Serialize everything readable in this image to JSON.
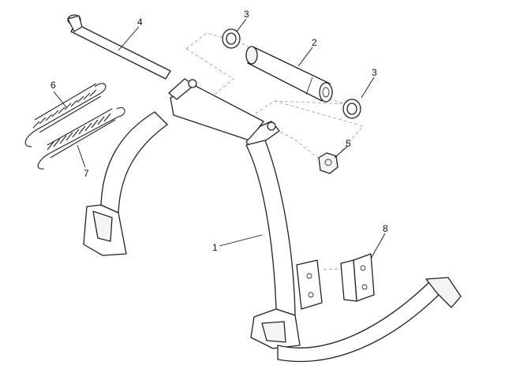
{
  "diagram": {
    "callouts": [
      {
        "id": "c1",
        "label": "1",
        "part": "center-stand-frame"
      },
      {
        "id": "c2",
        "label": "2",
        "part": "pivot-bushing"
      },
      {
        "id": "c3a",
        "label": "3",
        "part": "washer-upper"
      },
      {
        "id": "c3b",
        "label": "3",
        "part": "washer-right"
      },
      {
        "id": "c4",
        "label": "4",
        "part": "pivot-pin"
      },
      {
        "id": "c5",
        "label": "5",
        "part": "nut"
      },
      {
        "id": "c6",
        "label": "6",
        "part": "spring-upper"
      },
      {
        "id": "c7",
        "label": "7",
        "part": "spring-lower"
      },
      {
        "id": "c8",
        "label": "8",
        "part": "stop-bracket"
      }
    ]
  }
}
